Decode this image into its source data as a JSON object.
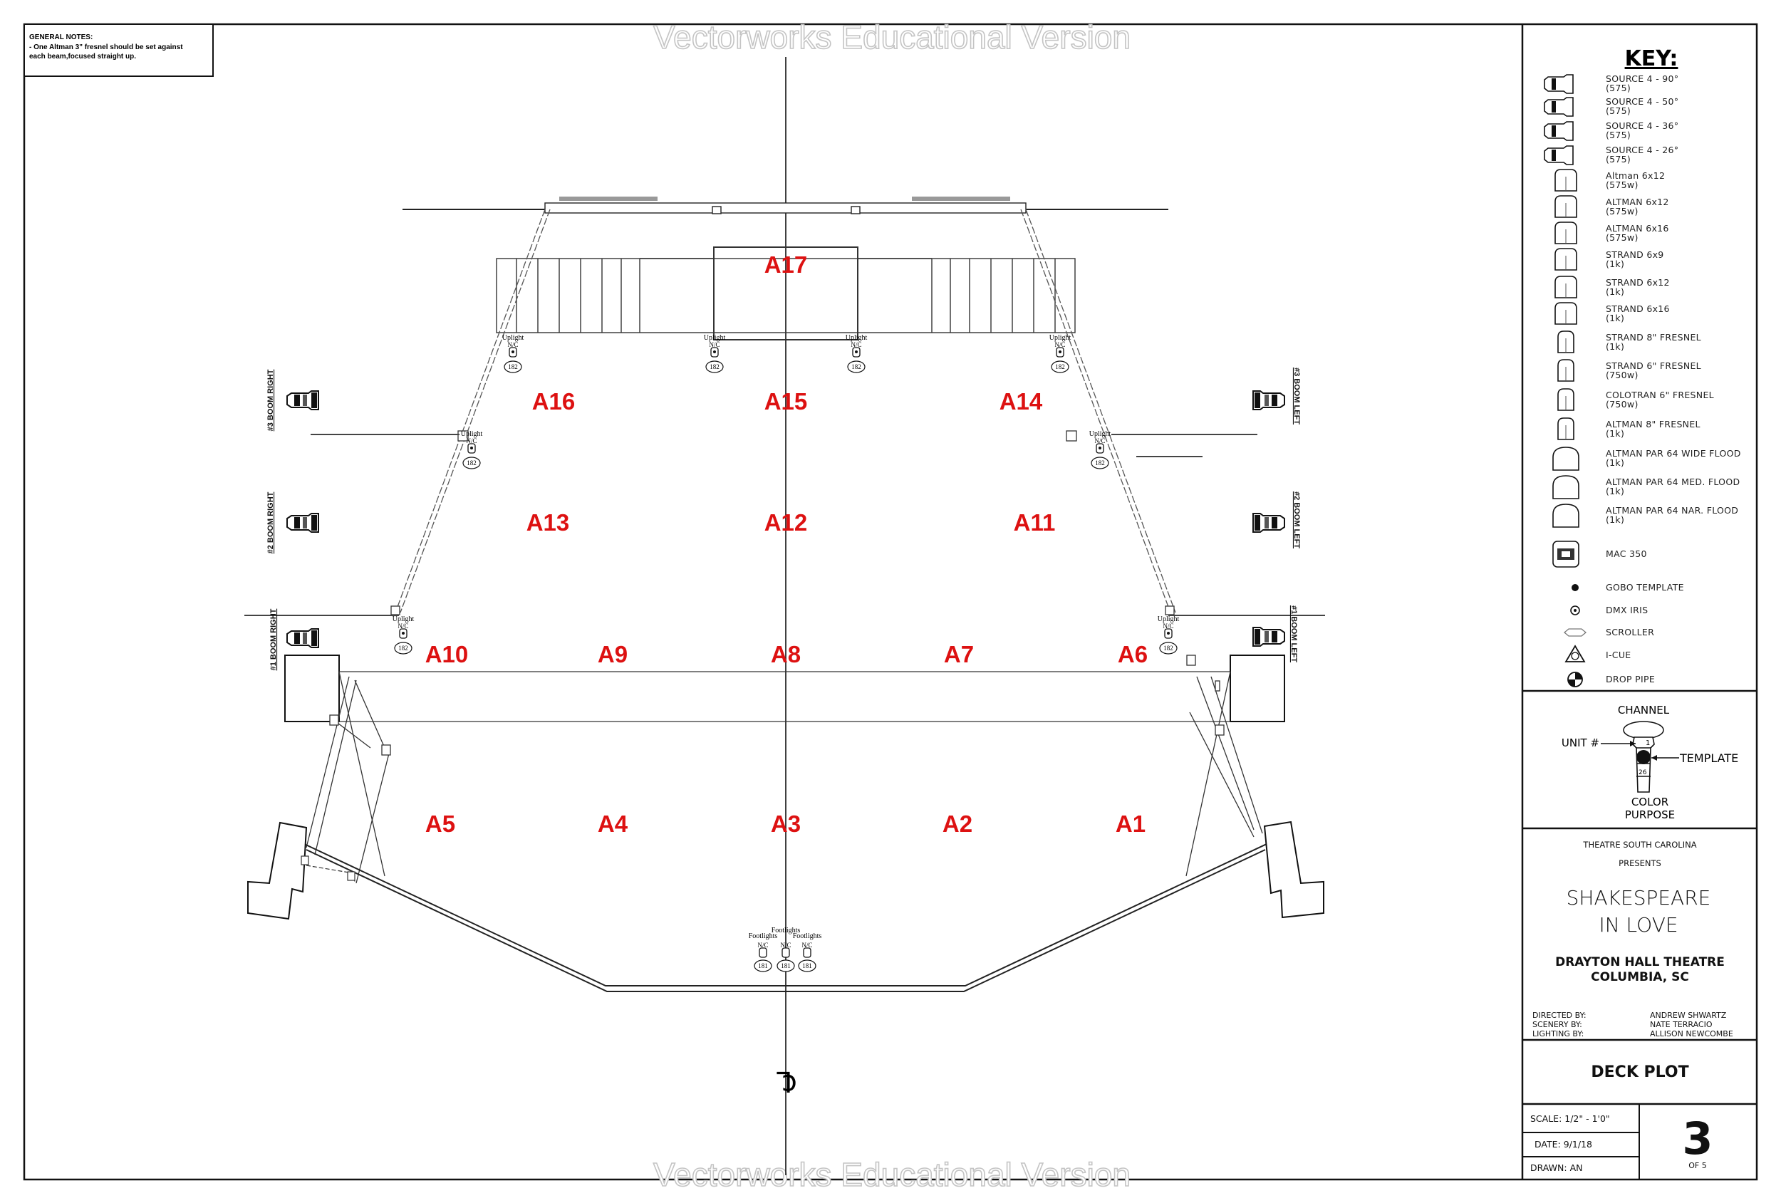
{
  "watermark": "Vectorworks Educational Version",
  "general_notes": {
    "title": "GENERAL NOTES:",
    "lines": [
      "- One Altman 3\" fresnel should be set against",
      "each beam,focused straight up."
    ]
  },
  "areas": [
    "A1",
    "A2",
    "A3",
    "A4",
    "A5",
    "A6",
    "A7",
    "A8",
    "A9",
    "A10",
    "A11",
    "A12",
    "A13",
    "A14",
    "A15",
    "A16",
    "A17"
  ],
  "booms": [
    "#3 BOOM RIGHT",
    "#2 BOOM RIGHT",
    "#1 BOOM RIGHT",
    "#3 BOOM LEFT",
    "#2 BOOM LEFT",
    "#1 BOOM LEFT"
  ],
  "uplight": {
    "purpose": "Uplight",
    "color": "N/C",
    "channel": "182"
  },
  "footlight": {
    "purpose": "Footlights",
    "color": "N/C",
    "channel": "181"
  },
  "centerline_symbol": "℄",
  "key": {
    "title": "KEY:",
    "items": [
      [
        "SOURCE 4 - 90°",
        "(575)"
      ],
      [
        "SOURCE 4 - 50°",
        "(575)"
      ],
      [
        "SOURCE 4 - 36°",
        "(575)"
      ],
      [
        "SOURCE 4 - 26°",
        "(575)"
      ],
      [
        "Altman 6x12",
        "(575w)"
      ],
      [
        "ALTMAN 6x12",
        "(575w)"
      ],
      [
        "ALTMAN 6x16",
        "(575w)"
      ],
      [
        "STRAND 6x9",
        "(1k)"
      ],
      [
        "STRAND 6x12",
        "(1k)"
      ],
      [
        "STRAND 6x16",
        "(1k)"
      ],
      [
        "STRAND 8\" FRESNEL",
        "(1k)"
      ],
      [
        "STRAND 6\" FRESNEL",
        "(750w)"
      ],
      [
        "COLOTRAN 6\" FRESNEL",
        "(750w)"
      ],
      [
        "ALTMAN 8\" FRESNEL",
        "(1k)"
      ],
      [
        "ALTMAN PAR 64 WIDE FLOOD",
        "(1k)"
      ],
      [
        "ALTMAN PAR 64 MED. FLOOD",
        "(1k)"
      ],
      [
        "ALTMAN PAR 64 NAR. FLOOD",
        "(1k)"
      ],
      [
        "MAC 350",
        ""
      ],
      [
        "GOBO TEMPLATE",
        ""
      ],
      [
        "DMX IRIS",
        ""
      ],
      [
        "SCROLLER",
        ""
      ],
      [
        "I-CUE",
        ""
      ],
      [
        "DROP PIPE",
        ""
      ]
    ]
  },
  "legend": {
    "channel": "CHANNEL",
    "unit": "UNIT #",
    "template": "TEMPLATE",
    "color": "COLOR",
    "purpose": "PURPOSE",
    "sample_unit": "1",
    "sample_color": "26"
  },
  "title_block": {
    "presenter": "THEATRE SOUTH CAROLINA",
    "presents": "PRESENTS",
    "show_line1": "SHAKESPEARE",
    "show_line2": "IN LOVE",
    "venue": "DRAYTON HALL THEATRE",
    "city": "COLUMBIA, SC",
    "credits": [
      [
        "DIRECTED BY:",
        "ANDREW SHWARTZ"
      ],
      [
        "SCENERY BY:",
        "NATE TERRACIO"
      ],
      [
        "LIGHTING BY:",
        "ALLISON NEWCOMBE"
      ]
    ],
    "sheet_title": "DECK PLOT",
    "scale": "SCALE: 1/2\" - 1'0\"",
    "date": "DATE: 9/1/18",
    "drawn": "DRAWN: AN",
    "page_number": "3",
    "page_of": "OF 5"
  }
}
